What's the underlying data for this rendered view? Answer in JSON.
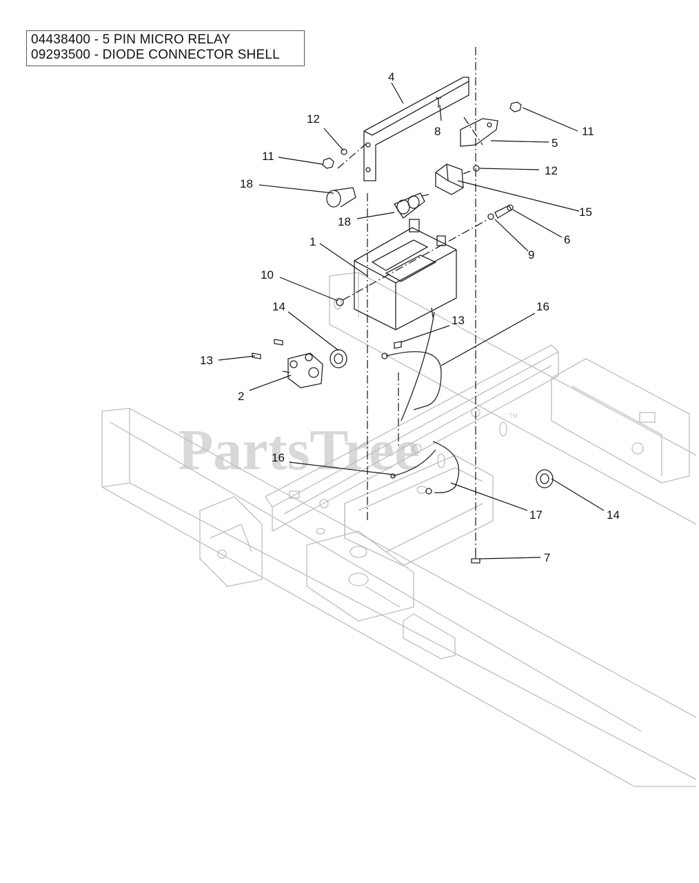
{
  "notes": {
    "line1": "04438400 - 5 PIN MICRO RELAY",
    "line2": "09293500 - DIODE CONNECTOR SHELL"
  },
  "watermark": {
    "text": "PartsTree",
    "tm": "TM"
  },
  "callouts": {
    "c1": "1",
    "c2": "2",
    "c4": "4",
    "c5": "5",
    "c6": "6",
    "c7": "7",
    "c8": "8",
    "c9": "9",
    "c10": "10",
    "c11a": "11",
    "c11b": "11",
    "c12a": "12",
    "c12b": "12",
    "c13a": "13",
    "c13b": "13",
    "c14a": "14",
    "c14b": "14",
    "c15": "15",
    "c16a": "16",
    "c16b": "16",
    "c17": "17",
    "c18a": "18",
    "c18b": "18"
  }
}
